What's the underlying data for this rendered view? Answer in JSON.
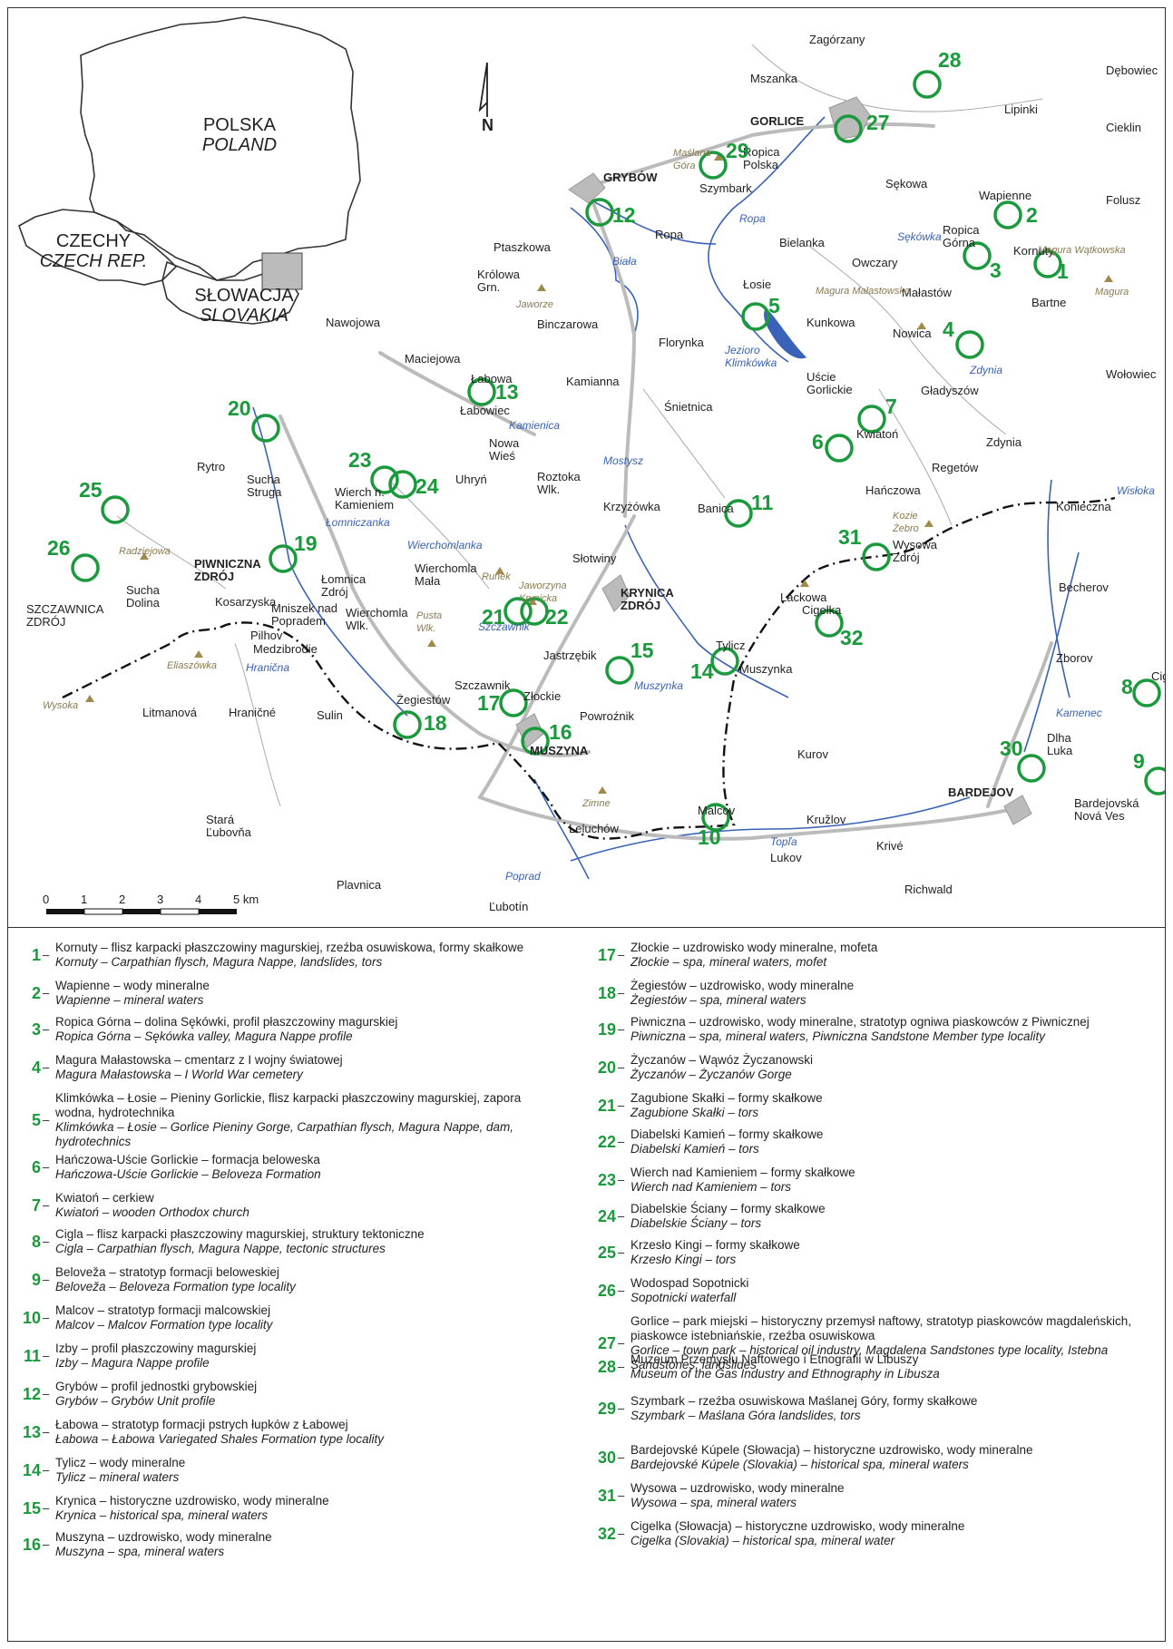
{
  "inset": {
    "poland_pl": "POLSKA",
    "poland_en": "POLAND",
    "czech_pl": "CZECHY",
    "czech_en": "CZECH REP.",
    "slovakia_pl": "SŁOWACJA",
    "slovakia_en": "SLOVAKIA"
  },
  "north_label": "N",
  "scale": {
    "ticks": [
      "0",
      "1",
      "2",
      "3",
      "4",
      "5 km"
    ]
  },
  "towns": {
    "gorlice": "GORLICE",
    "grybow": "GRYBÓW",
    "krynica1": "KRYNICA",
    "krynica2": "ZDRÓJ",
    "muszyna": "MUSZYNA",
    "bardejov": "BARDEJOV",
    "piwniczna1": "PIWNICZNA",
    "piwniczna2": "ZDRÓJ"
  },
  "places": {
    "zagorzany": "Zagórzany",
    "debowiec": "Dębowiec",
    "mszanka": "Mszanka",
    "lipinki": "Lipinki",
    "cieklin": "Cieklin",
    "ropica_polska": "Ropica\nPolska",
    "sekowa": "Sękowa",
    "folusz": "Folusz",
    "wapienne": "Wapienne",
    "ropica_gorna": "Ropica\nGórna",
    "kornuty": "Kornuty",
    "bartne": "Bartne",
    "szymbark": "Szymbark",
    "ropa": "Ropa",
    "bielanka": "Bielanka",
    "owczary": "Owczary",
    "ptaszkowa": "Ptaszkowa",
    "krolowa": "Królowa\nGrn.",
    "losie": "Łosie",
    "kunkowa": "Kunkowa",
    "malastow": "Małastów",
    "nowica": "Nowica",
    "binczarowa": "Binczarowa",
    "florynka": "Florynka",
    "nawojowa": "Nawojowa",
    "maciejowa": "Maciejowa",
    "labowa": "Łabowa",
    "labowiec": "Łabowiec",
    "kamianna": "Kamianna",
    "snietnica": "Śnietnica",
    "uscie": "Uście\nGorlickie",
    "gladyszow": "Gładyszów",
    "wolowiec": "Wołowiec",
    "kwiaton": "Kwiatoń",
    "zdynia": "Zdynia",
    "regetow": "Regetów",
    "rytro": "Rytro",
    "sucha_struga": "Sucha\nStruga",
    "nowa_wies": "Nowa\nWieś",
    "uhryn": "Uhryń",
    "roztoka": "Roztoka\nWlk.",
    "krzyzowka": "Krzyżówka",
    "banica": "Banica",
    "hanczowa": "Hańczowa",
    "konieczna": "Konieczna",
    "slotwiny": "Słotwiny",
    "lomnica": "Łomnica\nZdrój",
    "wierchomla_mala": "Wierchomla\nMała",
    "wierchomla_wlk": "Wierchomla\nWlk.",
    "szczawnica": "SZCZAWNICA\nZDRÓJ",
    "sucha_dolina": "Sucha\nDolina",
    "kosarzyska": "Kosarzyska",
    "mniszek": "Mniszek nad\nPopradem",
    "pilhov": "Pilhov",
    "medzibrodie": "Medzibrodie",
    "wysowa": "Wysowa\nZdrój",
    "lackowa": "Lackowa",
    "cigelka": "Cigelka",
    "becherov": "Becherov",
    "jastrzebik": "Jastrzębik",
    "tylicz": "Tylicz",
    "muszynka": "Muszynka",
    "zborov": "Zborov",
    "cigla": "Cigla",
    "szczawnik": "Szczawnik",
    "zlockie": "Złockie",
    "powroznik": "Powroźnik",
    "litmanova": "Litmanová",
    "hranicne": "Hraničné",
    "sulin": "Sulin",
    "zegiestow": "Żegiestów",
    "dlha_luka": "Dlha\nLuka",
    "kurov": "Kurov",
    "bardejovska": "Bardejovská\nNová Ves",
    "stara": "Stará\nĽubovňa",
    "malcov": "Malcov",
    "leluchow": "Leluchów",
    "kruzlov": "Kružlov",
    "krive": "Krivé",
    "lukov": "Lukov",
    "richwald": "Richwald",
    "plavnica": "Plavnica",
    "lubotin": "Ľubotín",
    "wierch": "Wierch n.\nKamieniem"
  },
  "peaks": {
    "maslana": "Maślana\nGóra",
    "magura": "Magura",
    "jaworze": "Jaworze",
    "runek": "Runek",
    "jaworzyna": "Jaworzyna\nKrynicka",
    "pusta": "Pusta\nWlk.",
    "radziejowa": "Radziejowa",
    "eliaszowka": "Eliaszówka",
    "wysoka": "Wysoka",
    "kozie": "Kozie\nŻebro",
    "zimne": "Zimne",
    "magura_watkowska": "Magura Wątkowska",
    "magura_malastowska": "Magura Małastowska"
  },
  "rivers": {
    "ropa": "Ropa",
    "biala": "Biała",
    "sekowka": "Sękówka",
    "jezioro": "Jezioro\nKlimkówka",
    "zdynia": "Zdynia",
    "kamienica": "Kamienica",
    "mostysz": "Mostysz",
    "lomniczanka": "Łomniczanka",
    "wierchomlanka": "Wierchomlanka",
    "szczawnik": "Szczawnik",
    "hranicna": "Hranična",
    "muszynka": "Muszynka",
    "kamenec": "Kamenec",
    "wislok": "Wisłoka",
    "topla": "Topľa",
    "poprad": "Poprad"
  },
  "sites": [
    "1",
    "2",
    "3",
    "4",
    "5",
    "6",
    "7",
    "8",
    "9",
    "10",
    "11",
    "12",
    "13",
    "14",
    "15",
    "16",
    "17",
    "18",
    "19",
    "20",
    "21",
    "22",
    "23",
    "24",
    "25",
    "26",
    "27",
    "28",
    "29",
    "30",
    "31",
    "32"
  ],
  "legend": [
    {
      "num": "1",
      "pl": "Kornuty – flisz karpacki płaszczowiny magurskiej, rzeźba osuwiskowa, formy skałkowe",
      "en": "Kornuty – Carpathian flysch, Magura Nappe, landslides, tors"
    },
    {
      "num": "2",
      "pl": "Wapienne – wody mineralne",
      "en": "Wapienne – mineral waters"
    },
    {
      "num": "3",
      "pl": "Ropica Górna – dolina Sękówki, profil płaszczowiny magurskiej",
      "en": "Ropica Górna – Sękówka valley, Magura Nappe profile"
    },
    {
      "num": "4",
      "pl": "Magura Małastowska – cmentarz z I wojny światowej",
      "en": "Magura Małastowska – I World War cemetery"
    },
    {
      "num": "5",
      "pl": "Klimkówka – Łosie – Pieniny Gorlickie, flisz karpacki płaszczowiny magurskiej, zapora wodna, hydrotechnika",
      "en": "Klimkówka – Łosie – Gorlice Pieniny Gorge, Carpathian flysch, Magura Nappe, dam, hydrotechnics"
    },
    {
      "num": "6",
      "pl": "Hańczowa-Uście Gorlickie – formacja beloweska",
      "en": "Hańczowa-Uście Gorlickie – Beloveza Formation"
    },
    {
      "num": "7",
      "pl": "Kwiatoń – cerkiew",
      "en": "Kwiatoń – wooden Orthodox church"
    },
    {
      "num": "8",
      "pl": "Cigla – flisz karpacki płaszczowiny magurskiej, struktury tektoniczne",
      "en": "Cigla – Carpathian flysch, Magura Nappe, tectonic structures"
    },
    {
      "num": "9",
      "pl": "Beloveža – stratotyp formacji beloweskiej",
      "en": "Beloveža – Beloveza Formation type locality"
    },
    {
      "num": "10",
      "pl": "Malcov – stratotyp formacji malcowskiej",
      "en": "Malcov – Malcov Formation type locality"
    },
    {
      "num": "11",
      "pl": "Izby – profil płaszczowiny magurskiej",
      "en": "Izby – Magura Nappe profile"
    },
    {
      "num": "12",
      "pl": "Grybów – profil jednostki grybowskiej",
      "en": "Grybów – Grybów Unit profile"
    },
    {
      "num": "13",
      "pl": "Łabowa – stratotyp formacji pstrych łupków z Łabowej",
      "en": "Łabowa – Łabowa Variegated Shales Formation type locality"
    },
    {
      "num": "14",
      "pl": "Tylicz – wody mineralne",
      "en": "Tylicz – mineral waters"
    },
    {
      "num": "15",
      "pl": "Krynica – historyczne uzdrowisko, wody mineralne",
      "en": "Krynica – historical spa, mineral waters"
    },
    {
      "num": "16",
      "pl": "Muszyna – uzdrowisko, wody mineralne",
      "en": "Muszyna – spa, mineral waters"
    },
    {
      "num": "17",
      "pl": "Złockie – uzdrowisko wody mineralne, mofeta",
      "en": "Złockie – spa, mineral waters, mofet"
    },
    {
      "num": "18",
      "pl": "Żegiestów – uzdrowisko, wody mineralne",
      "en": "Żegiestów – spa, mineral waters"
    },
    {
      "num": "19",
      "pl": "Piwniczna – uzdrowisko, wody mineralne, stratotyp ogniwa piaskowców z Piwnicznej",
      "en": "Piwniczna – spa, mineral waters, Piwniczna Sandstone Member type locality"
    },
    {
      "num": "20",
      "pl": "Życzanów – Wąwóz Życzanowski",
      "en": "Życzanów – Życzanów Gorge"
    },
    {
      "num": "21",
      "pl": "Zagubione Skałki – formy skałkowe",
      "en": "Zagubione Skałki – tors"
    },
    {
      "num": "22",
      "pl": "Diabelski Kamień – formy skałkowe",
      "en": "Diabelski Kamień – tors"
    },
    {
      "num": "23",
      "pl": "Wierch nad Kamieniem – formy skałkowe",
      "en": "Wierch nad Kamieniem – tors"
    },
    {
      "num": "24",
      "pl": "Diabelskie Ściany – formy skałkowe",
      "en": "Diabelskie Ściany – tors"
    },
    {
      "num": "25",
      "pl": "Krzesło Kingi – formy skałkowe",
      "en": "Krzesło Kingi – tors"
    },
    {
      "num": "26",
      "pl": "Wodospad Sopotnicki",
      "en": "Sopotnicki waterfall"
    },
    {
      "num": "27",
      "pl": "Gorlice – park miejski – historyczny przemysł naftowy, stratotyp piaskowców magdaleńskich, piaskowce istebniańskie, rzeźba osuwiskowa",
      "en": "Gorlice – town park – historical oil industry, Magdalena Sandstones type locality, Istebna Sandstones, landslides"
    },
    {
      "num": "28",
      "pl": "Muzeum Przemysłu Naftowego i Etnografii w Libuszy",
      "en": "Museum of the Gas Industry and Ethnography in Libusza"
    },
    {
      "num": "29",
      "pl": "Szymbark – rzeźba osuwiskowa Maślanej Góry, formy skałkowe",
      "en": "Szymbark – Maślana Góra landslides, tors"
    },
    {
      "num": "30",
      "pl": "Bardejovské Kúpele (Słowacja) – historyczne uzdrowisko, wody mineralne",
      "en": "Bardejovské Kúpele (Slovakia) – historical spa, mineral waters"
    },
    {
      "num": "31",
      "pl": "Wysowa – uzdrowisko, wody mineralne",
      "en": "Wysowa – spa, mineral waters"
    },
    {
      "num": "32",
      "pl": "Cigelka (Słowacja) – historyczne uzdrowisko, wody mineralne",
      "en": "Cigelka (Slovakia) – historical spa, mineral water"
    }
  ]
}
